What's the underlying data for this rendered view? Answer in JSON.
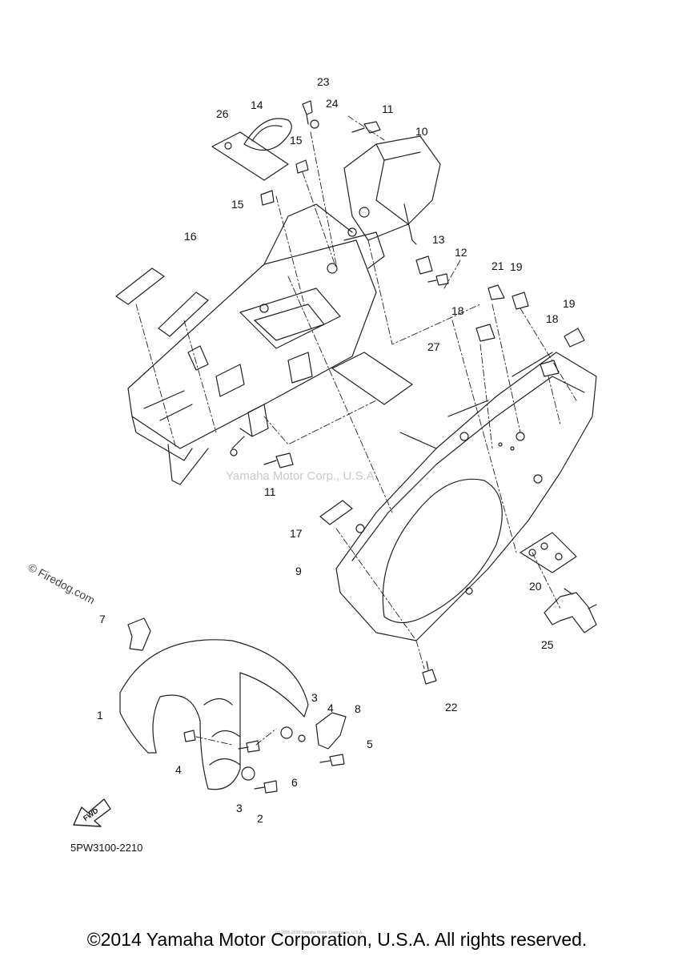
{
  "diagram": {
    "part_code": "5PW3100-2210",
    "watermark": "Yamaha Motor Corp., U.S.A.",
    "site_logo": "© Firedog.com",
    "fwd_label": "FWD",
    "copyright": "©2014 Yamaha Motor Corporation, U.S.A. All rights reserved.",
    "small_credit": "(c) 2005-2015 Yamaha Motor Corporation, U.S.A.",
    "callouts": {
      "c1": "1",
      "c2": "2",
      "c3a": "3",
      "c3b": "3",
      "c4a": "4",
      "c4b": "4",
      "c5": "5",
      "c6": "6",
      "c7": "7",
      "c8": "8",
      "c9": "9",
      "c10": "10",
      "c11a": "11",
      "c11b": "11",
      "c12": "12",
      "c13": "13",
      "c14": "14",
      "c15a": "15",
      "c15b": "15",
      "c16": "16",
      "c17": "17",
      "c18a": "18",
      "c18b": "18",
      "c19a": "19",
      "c19b": "19",
      "c20": "20",
      "c21": "21",
      "c22": "22",
      "c23": "23",
      "c24": "24",
      "c25": "25",
      "c26": "26",
      "c27": "27"
    }
  }
}
